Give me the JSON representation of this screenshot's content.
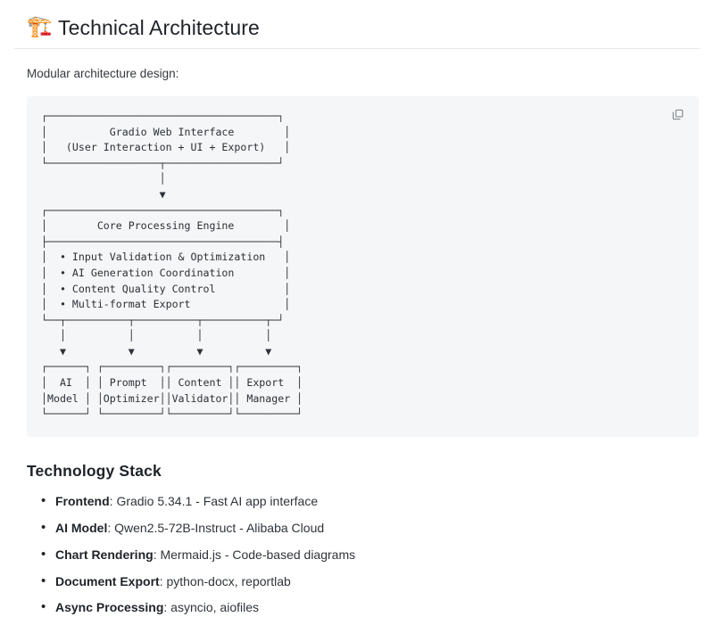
{
  "header": {
    "icon": "building-construction-emoji",
    "icon_glyph": "🏗️",
    "title": "Technical Architecture"
  },
  "intro": {
    "text": "Modular architecture design:"
  },
  "code_block": {
    "copy_icon": "copy-icon",
    "ascii_diagram": "┌─────────────────────────────────────┐\n│          Gradio Web Interface        │\n│   (User Interaction + UI + Export)   │\n└──────────────────┬──────────────────┘\n                   │\n                   ▼\n┌─────────────────────────────────────┐\n│        Core Processing Engine        │\n├─────────────────────────────────────┤\n│  • Input Validation & Optimization   │\n│  • AI Generation Coordination        │\n│  • Content Quality Control           │\n│  • Multi-format Export               │\n└──┬──────────┬──────────┬──────────┬─┘\n   │          │          │          │\n   ▼          ▼          ▼          ▼\n┌──────┐ ┌─────────┐┌─────────┐┌─────────┐\n│  AI  │ │ Prompt  ││ Content ││ Export  │\n│Model │ │Optimizer││Validator││ Manager │\n└──────┘ └─────────┘└─────────┘└─────────┘"
  },
  "technology_stack": {
    "heading": "Technology Stack",
    "items": [
      {
        "label": "Frontend",
        "separator": ": ",
        "value": "Gradio 5.34.1 - Fast AI app interface"
      },
      {
        "label": "AI Model",
        "separator": ": ",
        "value": "Qwen2.5-72B-Instruct - Alibaba Cloud"
      },
      {
        "label": "Chart Rendering",
        "separator": ": ",
        "value": "Mermaid.js - Code-based diagrams"
      },
      {
        "label": "Document Export",
        "separator": ": ",
        "value": "python-docx, reportlab"
      },
      {
        "label": "Async Processing",
        "separator": ": ",
        "value": "asyncio, aiofiles"
      }
    ]
  },
  "colors": {
    "page_background": "#ffffff",
    "code_background": "#f5f6f7",
    "text_primary": "#1f2328",
    "text_secondary": "#34393f",
    "divider": "#e6e8eb"
  }
}
